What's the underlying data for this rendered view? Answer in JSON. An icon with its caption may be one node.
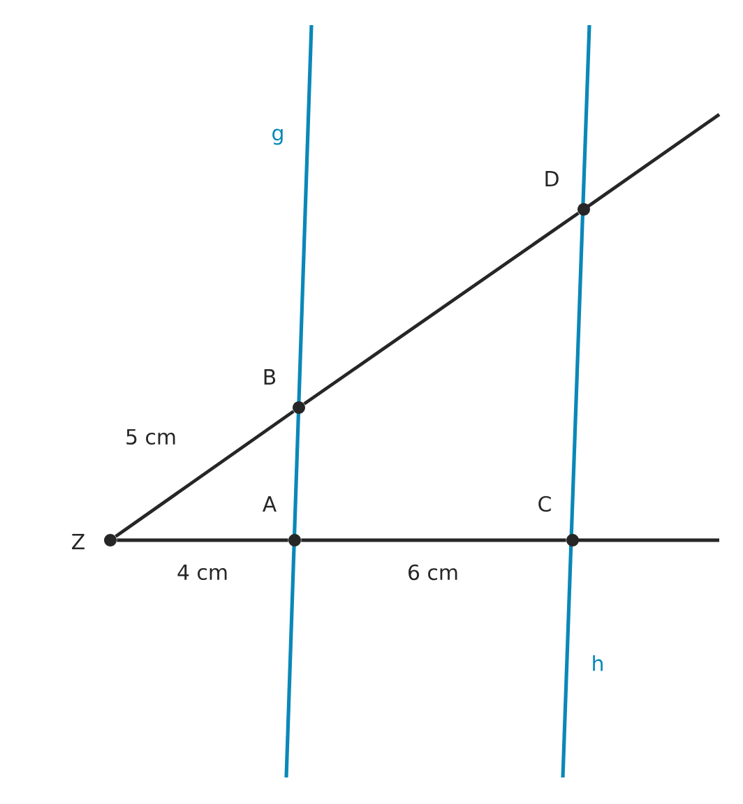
{
  "diagram": {
    "nodes": [
      {
        "text": [
          "Z"
        ]
      },
      {
        "text": [
          "A"
        ]
      },
      {
        "text": [
          "B"
        ]
      },
      {
        "text": [
          "C"
        ]
      },
      {
        "text": [
          "D"
        ]
      }
    ],
    "edges": [
      {
        "from": 0,
        "to": 2,
        "arrow": "none",
        "label": "5 cm"
      },
      {
        "from": 2,
        "to": 4,
        "arrow": "none"
      },
      {
        "from": 0,
        "to": 1,
        "arrow": "none",
        "label": "4 cm"
      },
      {
        "from": 1,
        "to": 3,
        "arrow": "none",
        "label": "6 cm"
      }
    ],
    "labels": [
      "g",
      "h"
    ]
  }
}
